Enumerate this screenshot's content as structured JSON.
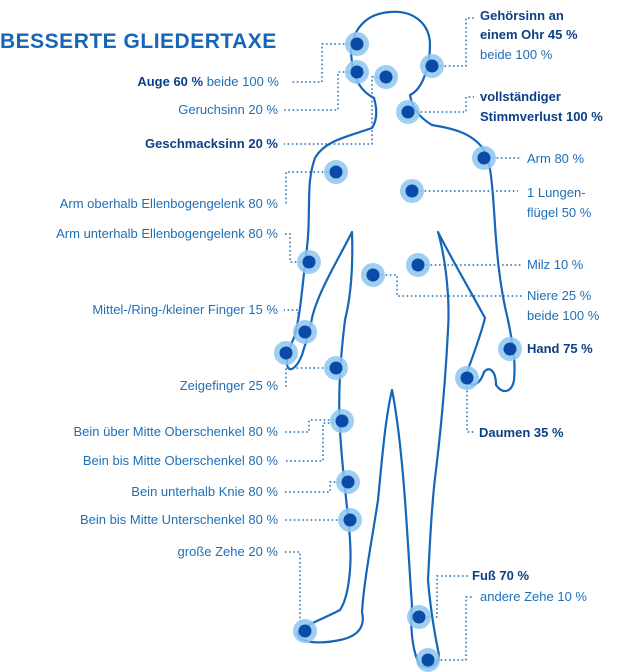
{
  "title": "BESSERTE GLIEDERTAXE",
  "colors": {
    "accent": "#1565b8",
    "dark": "#0b3f86",
    "halo": "#8dc7f0",
    "dot": "#0b4aa6",
    "text": "#1f6fb6"
  },
  "labels": {
    "gehoer_bold": "Gehörsinn an",
    "gehoer_bold2": "einem Ohr 45 %",
    "gehoer_rest": "beide 100 %",
    "auge_bold": "Auge 60 %",
    "auge_rest": " beide 100 %",
    "geruch": "Geruchsinn 20 %",
    "geschmack": "Geschmacksinn 20 %",
    "stimme1": "vollständiger",
    "stimme2": "Stimmverlust 100 %",
    "arm": "Arm 80 %",
    "lunge1": "1 Lungen-",
    "lunge2": "flügel 50 %",
    "arm_oberhalb": "Arm oberhalb Ellenbogengelenk 80 %",
    "arm_unterhalb": "Arm unterhalb Ellenbogengelenk 80 %",
    "milz": "Milz 10 %",
    "niere1": "Niere 25 %",
    "niere2": "beide 100 %",
    "finger": "Mittel-/Ring-/kleiner Finger 15 %",
    "hand": "Hand 75 %",
    "zeigefinger": "Zeigefinger 25 %",
    "daumen": "Daumen 35 %",
    "bein_ueber": "Bein über Mitte Oberschenkel 80 %",
    "bein_bis_ober": "Bein bis Mitte Oberschenkel 80 %",
    "bein_unter_knie": "Bein unterhalb Knie 80 %",
    "bein_bis_unter": "Bein bis Mitte Unterschenkel 80 %",
    "zehe_gross": "große Zehe 20 %",
    "fuss": "Fuß 70 %",
    "zehe_andere": "andere Zehe 10 %"
  }
}
